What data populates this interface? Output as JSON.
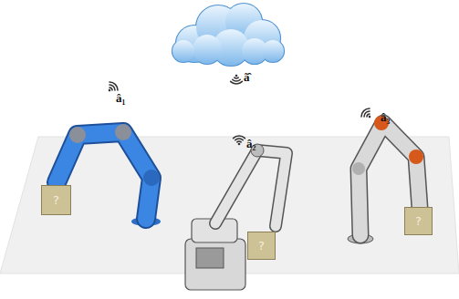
{
  "diagram": {
    "nodes": [
      {
        "text": [
          "ã̂"
        ]
      },
      {
        "text": [
          "?"
        ]
      },
      {
        "text": [
          "?"
        ]
      },
      {
        "text": [
          "?"
        ]
      }
    ],
    "labels": [
      "â₁",
      "â₂",
      "â₃"
    ]
  }
}
